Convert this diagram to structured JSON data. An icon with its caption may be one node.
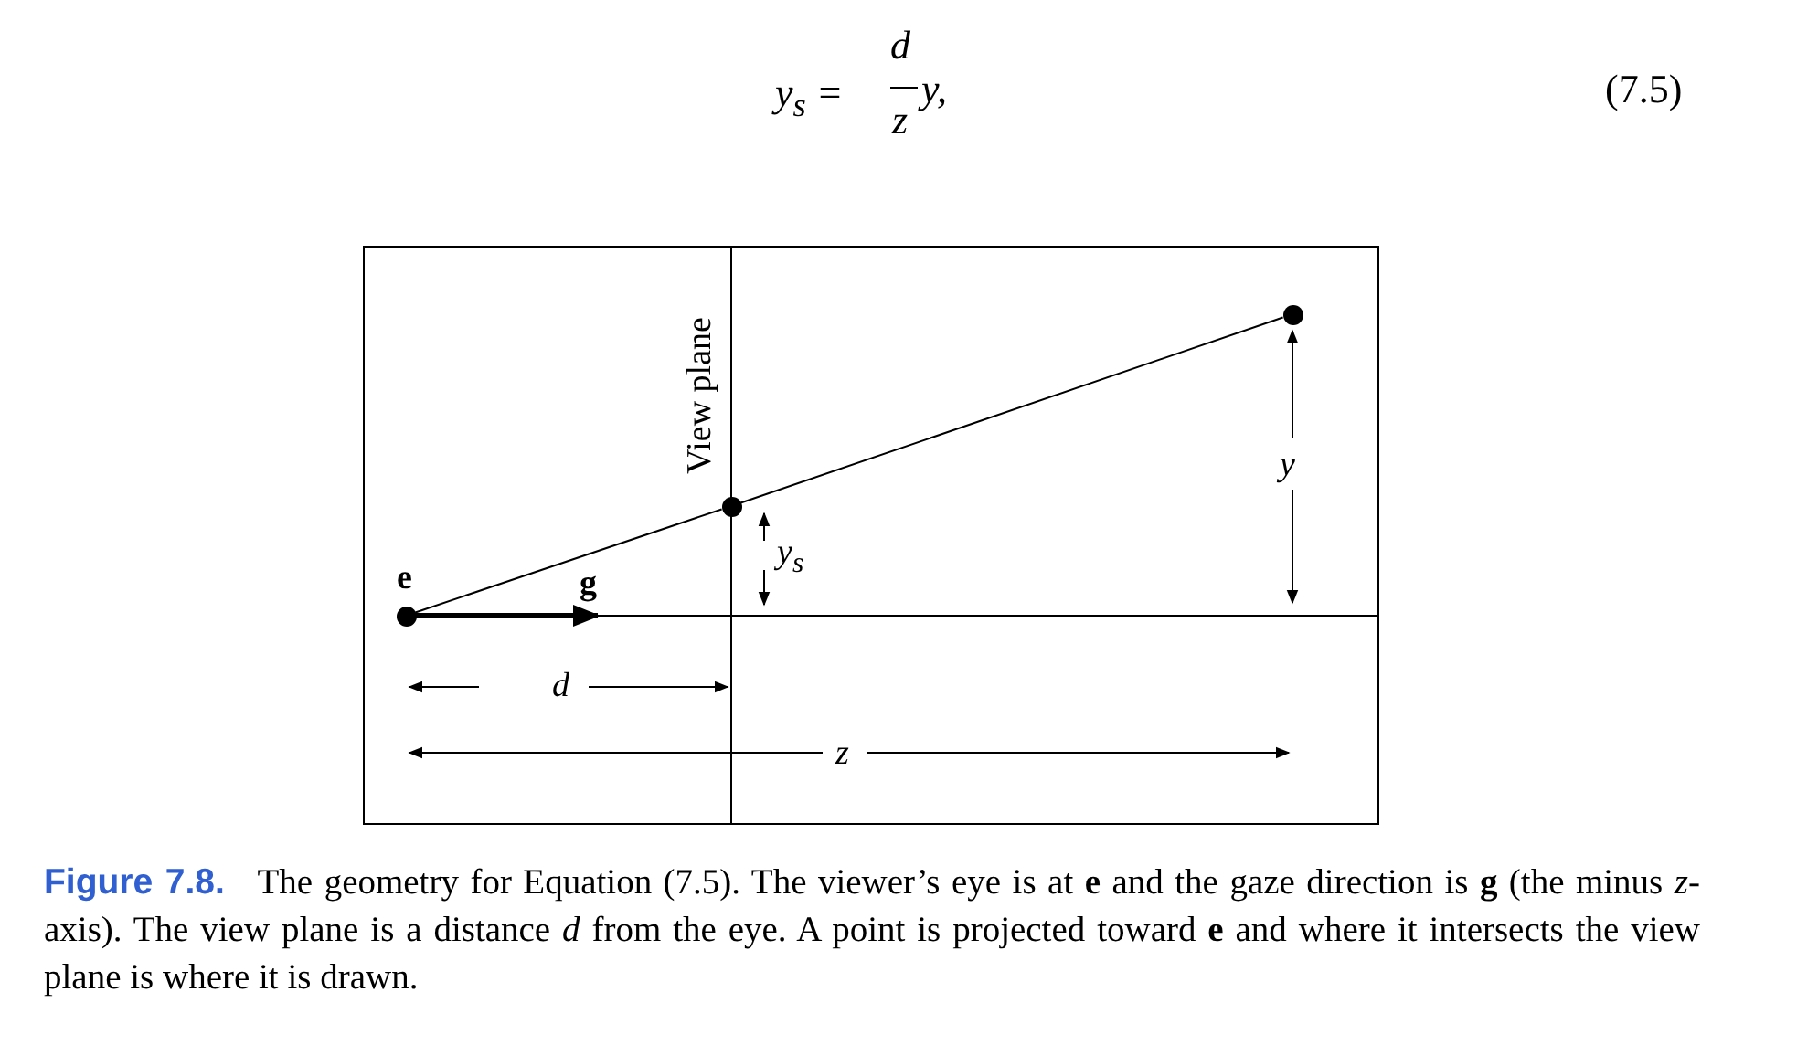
{
  "diagram": {
    "caption": "**Figure 7.8.** The geometry for Equation (7.5). The viewer’s eye is at **e** and the gaze direction is **g** (the minus *z*-axis). The view plane is a distance *d* from the eye. A point is projected toward **e** and where it intersects the view plane is where it is drawn.",
    "nodes": [
      {
        "text": [],
        "shape": "circle",
        "beside": [
          "e"
        ]
      },
      {
        "text": [],
        "shape": "circle"
      },
      {
        "text": [],
        "shape": "circle"
      }
    ],
    "edges": [
      {
        "from": 0,
        "to": 1,
        "arrow": "none"
      },
      {
        "from": 1,
        "to": 2,
        "arrow": "none"
      },
      {
        "from": 0,
        "to": null,
        "arrow": "to",
        "label": "g",
        "style": "thick"
      }
    ],
    "labels": [
      "y$_{s}$ =",
      "d",
      "z",
      "y,",
      "(7.5)",
      "View plane",
      "y$_{s}$",
      "y",
      "d",
      "z"
    ]
  }
}
